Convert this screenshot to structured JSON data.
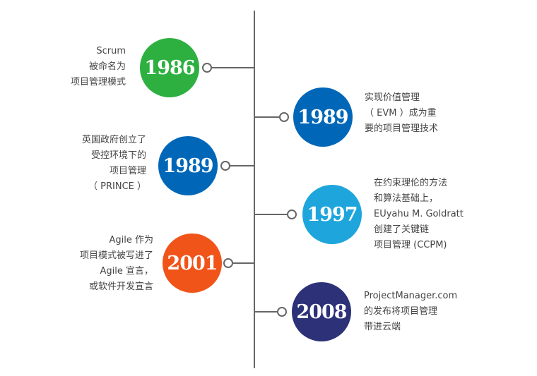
{
  "events": [
    {
      "year": "1986",
      "color": "#2db040",
      "side": "left",
      "lines": [
        "Scrum",
        "被命名为",
        "项目管理模式"
      ]
    },
    {
      "year": "1989",
      "color": "#0067b8",
      "side": "right",
      "lines": [
        "实现价值管理",
        "（ EVM ）成为重",
        "要的项目管理技术"
      ]
    },
    {
      "year": "1989",
      "color": "#0067b8",
      "side": "left",
      "lines": [
        "英国政府创立了",
        "受控环境下的",
        "项目管理",
        "（ PRINCE ）"
      ]
    },
    {
      "year": "1997",
      "color": "#1ea6dc",
      "side": "right",
      "lines": [
        "在约束理伦的方法",
        "和算法基础上，",
        "EUyahu M. Goldratt",
        "创建了关键链",
        "项目管理 (CCPM)"
      ]
    },
    {
      "year": "2001",
      "color": "#f15419",
      "side": "left",
      "lines": [
        "Agile 作为",
        "项目模式被写进了",
        "Agile 宣言，",
        "或软件开发宣言"
      ]
    },
    {
      "year": "2008",
      "color": "#2d3178",
      "side": "right",
      "lines": [
        "ProjectManager.com",
        "的发布将项目管理",
        "带进云端"
      ]
    }
  ]
}
